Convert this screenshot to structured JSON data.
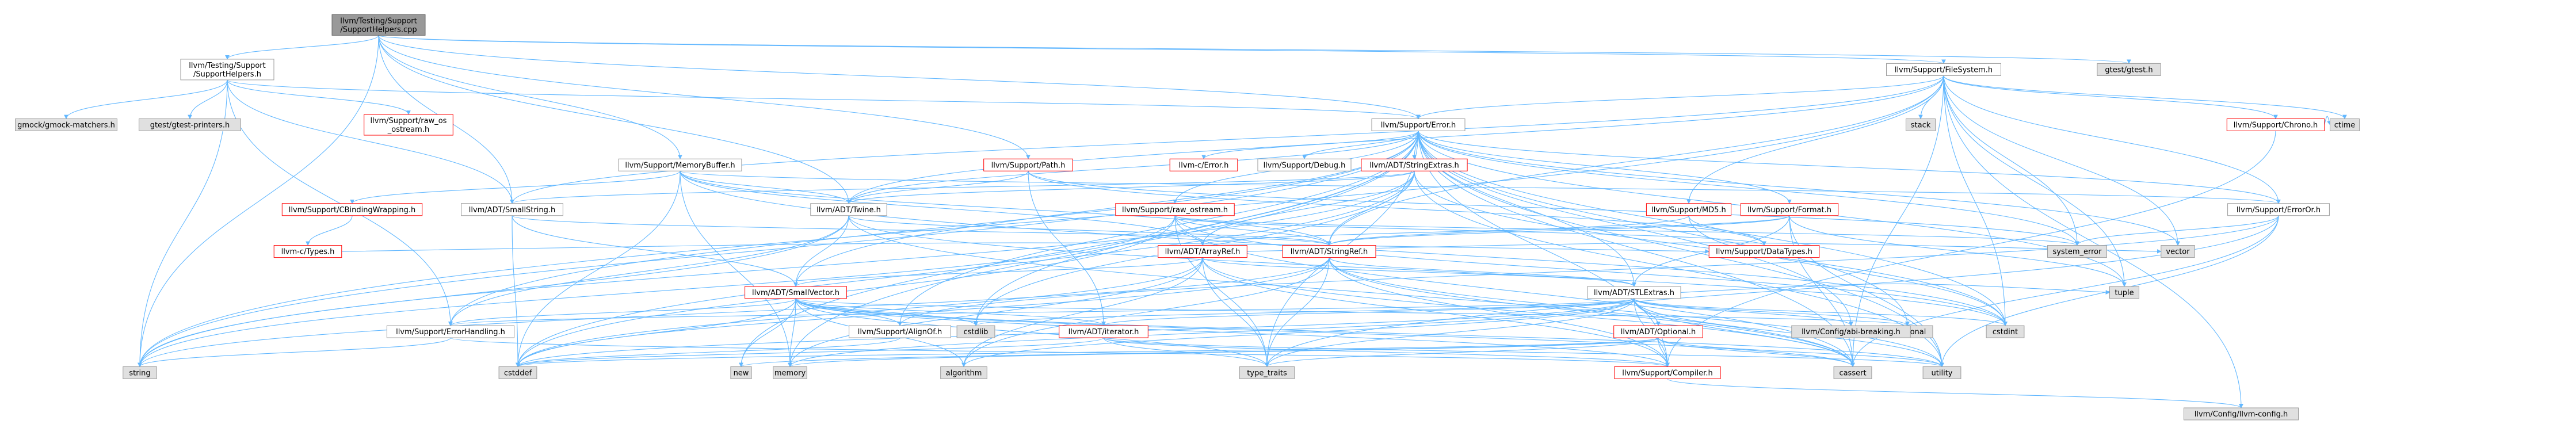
{
  "colors": {
    "edge": "#63b8ff",
    "node_border": "#999999",
    "red_border": "#ff0000",
    "external_fill": "#e0e0e0",
    "root_fill": "#999999"
  },
  "nodes": [
    {
      "id": "root",
      "lines": [
        "llvm/Testing/Support",
        "/SupportHelpers.cpp"
      ],
      "kind": "root"
    },
    {
      "id": "tsh",
      "lines": [
        "llvm/Testing/Support",
        "/SupportHelpers.h"
      ],
      "kind": "plain"
    },
    {
      "id": "fs",
      "lines": [
        "llvm/Support/FileSystem.h"
      ],
      "kind": "plain"
    },
    {
      "id": "gtest",
      "lines": [
        "gtest/gtest.h"
      ],
      "kind": "gray"
    },
    {
      "id": "gmock",
      "lines": [
        "gmock/gmock-matchers.h"
      ],
      "kind": "gray"
    },
    {
      "id": "gtestprinters",
      "lines": [
        "gtest/gtest-printers.h"
      ],
      "kind": "gray"
    },
    {
      "id": "rawos",
      "lines": [
        "llvm/Support/raw_os",
        "_ostream.h"
      ],
      "kind": "red"
    },
    {
      "id": "stack",
      "lines": [
        "stack"
      ],
      "kind": "gray"
    },
    {
      "id": "error",
      "lines": [
        "llvm/Support/Error.h"
      ],
      "kind": "plain"
    },
    {
      "id": "chrono",
      "lines": [
        "llvm/Support/Chrono.h"
      ],
      "kind": "red"
    },
    {
      "id": "ctime",
      "lines": [
        "ctime"
      ],
      "kind": "gray"
    },
    {
      "id": "membuf",
      "lines": [
        "llvm/Support/MemoryBuffer.h"
      ],
      "kind": "plain"
    },
    {
      "id": "path",
      "lines": [
        "llvm/Support/Path.h"
      ],
      "kind": "red"
    },
    {
      "id": "cerror",
      "lines": [
        "llvm-c/Error.h"
      ],
      "kind": "red"
    },
    {
      "id": "debug",
      "lines": [
        "llvm/Support/Debug.h"
      ],
      "kind": "plain"
    },
    {
      "id": "strext",
      "lines": [
        "llvm/ADT/StringExtras.h"
      ],
      "kind": "red"
    },
    {
      "id": "cbind",
      "lines": [
        "llvm/Support/CBindingWrapping.h"
      ],
      "kind": "red"
    },
    {
      "id": "smallstr",
      "lines": [
        "llvm/ADT/SmallString.h"
      ],
      "kind": "plain"
    },
    {
      "id": "twine",
      "lines": [
        "llvm/ADT/Twine.h"
      ],
      "kind": "plain"
    },
    {
      "id": "rawostream",
      "lines": [
        "llvm/Support/raw_ostream.h"
      ],
      "kind": "red"
    },
    {
      "id": "md5",
      "lines": [
        "llvm/Support/MD5.h"
      ],
      "kind": "red"
    },
    {
      "id": "format",
      "lines": [
        "llvm/Support/Format.h"
      ],
      "kind": "red"
    },
    {
      "id": "erroror",
      "lines": [
        "llvm/Support/ErrorOr.h"
      ],
      "kind": "plain"
    },
    {
      "id": "ctypes",
      "lines": [
        "llvm-c/Types.h"
      ],
      "kind": "red"
    },
    {
      "id": "arrayref",
      "lines": [
        "llvm/ADT/ArrayRef.h"
      ],
      "kind": "red"
    },
    {
      "id": "stringref",
      "lines": [
        "llvm/ADT/StringRef.h"
      ],
      "kind": "red"
    },
    {
      "id": "datatypes",
      "lines": [
        "llvm/Support/DataTypes.h"
      ],
      "kind": "red"
    },
    {
      "id": "syserr",
      "lines": [
        "system_error"
      ],
      "kind": "gray"
    },
    {
      "id": "vector",
      "lines": [
        "vector"
      ],
      "kind": "gray"
    },
    {
      "id": "smallvec",
      "lines": [
        "llvm/ADT/SmallVector.h"
      ],
      "kind": "red"
    },
    {
      "id": "stlext",
      "lines": [
        "llvm/ADT/STLExtras.h"
      ],
      "kind": "plain"
    },
    {
      "id": "tuple",
      "lines": [
        "tuple"
      ],
      "kind": "gray"
    },
    {
      "id": "errhand",
      "lines": [
        "llvm/Support/ErrorHandling.h"
      ],
      "kind": "plain"
    },
    {
      "id": "alignof",
      "lines": [
        "llvm/Support/AlignOf.h"
      ],
      "kind": "plain"
    },
    {
      "id": "iterator",
      "lines": [
        "llvm/ADT/iterator.h"
      ],
      "kind": "red"
    },
    {
      "id": "cstdlib",
      "lines": [
        "cstdlib"
      ],
      "kind": "gray"
    },
    {
      "id": "optional",
      "lines": [
        "llvm/ADT/Optional.h"
      ],
      "kind": "red"
    },
    {
      "id": "functional",
      "lines": [
        "functional"
      ],
      "kind": "gray"
    },
    {
      "id": "abibreak",
      "lines": [
        "llvm/Config/abi-breaking.h"
      ],
      "kind": "gray"
    },
    {
      "id": "cstdint",
      "lines": [
        "cstdint"
      ],
      "kind": "gray"
    },
    {
      "id": "string",
      "lines": [
        "string"
      ],
      "kind": "gray"
    },
    {
      "id": "cstddef",
      "lines": [
        "cstddef"
      ],
      "kind": "gray"
    },
    {
      "id": "new",
      "lines": [
        "new"
      ],
      "kind": "gray"
    },
    {
      "id": "memory",
      "lines": [
        "memory"
      ],
      "kind": "gray"
    },
    {
      "id": "algorithm",
      "lines": [
        "algorithm"
      ],
      "kind": "gray"
    },
    {
      "id": "typetraits",
      "lines": [
        "type_traits"
      ],
      "kind": "gray"
    },
    {
      "id": "compiler",
      "lines": [
        "llvm/Support/Compiler.h"
      ],
      "kind": "red"
    },
    {
      "id": "cassert",
      "lines": [
        "cassert"
      ],
      "kind": "gray"
    },
    {
      "id": "utility",
      "lines": [
        "utility"
      ],
      "kind": "gray"
    },
    {
      "id": "llvmconfig",
      "lines": [
        "llvm/Config/llvm-config.h"
      ],
      "kind": "gray"
    }
  ],
  "edges": [
    [
      "root",
      "tsh"
    ],
    [
      "root",
      "fs"
    ],
    [
      "root",
      "gtest"
    ],
    [
      "root",
      "error"
    ],
    [
      "root",
      "path"
    ],
    [
      "root",
      "membuf"
    ],
    [
      "root",
      "smallstr"
    ],
    [
      "root",
      "twine"
    ],
    [
      "root",
      "string"
    ],
    [
      "tsh",
      "gmock"
    ],
    [
      "tsh",
      "gtestprinters"
    ],
    [
      "tsh",
      "rawos"
    ],
    [
      "tsh",
      "error"
    ],
    [
      "tsh",
      "smallstr"
    ],
    [
      "tsh",
      "errhand"
    ],
    [
      "tsh",
      "string"
    ],
    [
      "fs",
      "stack"
    ],
    [
      "fs",
      "error"
    ],
    [
      "fs",
      "chrono"
    ],
    [
      "fs",
      "ctime"
    ],
    [
      "fs",
      "md5"
    ],
    [
      "fs",
      "erroror"
    ],
    [
      "fs",
      "twine"
    ],
    [
      "fs",
      "smallstr"
    ],
    [
      "fs",
      "stringref"
    ],
    [
      "fs",
      "syserr"
    ],
    [
      "fs",
      "vector"
    ],
    [
      "fs",
      "tuple"
    ],
    [
      "fs",
      "cstdint"
    ],
    [
      "fs",
      "string"
    ],
    [
      "fs",
      "cassert"
    ],
    [
      "fs",
      "llvmconfig"
    ],
    [
      "chrono",
      "ctime"
    ],
    [
      "chrono",
      "compiler"
    ],
    [
      "error",
      "cerror"
    ],
    [
      "error",
      "debug"
    ],
    [
      "error",
      "strext"
    ],
    [
      "error",
      "twine"
    ],
    [
      "error",
      "rawostream"
    ],
    [
      "error",
      "format"
    ],
    [
      "error",
      "erroror"
    ],
    [
      "error",
      "smallvec"
    ],
    [
      "error",
      "stlext"
    ],
    [
      "error",
      "errhand"
    ],
    [
      "error",
      "alignof"
    ],
    [
      "error",
      "abibreak"
    ],
    [
      "error",
      "compiler"
    ],
    [
      "error",
      "cassert"
    ],
    [
      "error",
      "cstdint"
    ],
    [
      "error",
      "cstdlib"
    ],
    [
      "error",
      "functional"
    ],
    [
      "error",
      "memory"
    ],
    [
      "error",
      "new"
    ],
    [
      "error",
      "string"
    ],
    [
      "error",
      "syserr"
    ],
    [
      "error",
      "typetraits"
    ],
    [
      "error",
      "utility"
    ],
    [
      "error",
      "vector"
    ],
    [
      "error",
      "tuple"
    ],
    [
      "membuf",
      "cbind"
    ],
    [
      "membuf",
      "twine"
    ],
    [
      "membuf",
      "arrayref"
    ],
    [
      "membuf",
      "stringref"
    ],
    [
      "membuf",
      "erroror"
    ],
    [
      "membuf",
      "cstddef"
    ],
    [
      "membuf",
      "memory"
    ],
    [
      "membuf",
      "cstdint"
    ],
    [
      "path",
      "twine"
    ],
    [
      "path",
      "iterator"
    ],
    [
      "path",
      "datatypes"
    ],
    [
      "path",
      "syserr"
    ],
    [
      "strext",
      "arrayref"
    ],
    [
      "strext",
      "smallstr"
    ],
    [
      "strext",
      "stringref"
    ],
    [
      "strext",
      "twine"
    ],
    [
      "strext",
      "cstddef"
    ],
    [
      "strext",
      "cstdint"
    ],
    [
      "strext",
      "cstdlib"
    ],
    [
      "strext",
      "string"
    ],
    [
      "strext",
      "utility"
    ],
    [
      "cbind",
      "ctypes"
    ],
    [
      "smallstr",
      "smallvec"
    ],
    [
      "smallstr",
      "stringref"
    ],
    [
      "smallstr",
      "cstddef"
    ],
    [
      "twine",
      "smallvec"
    ],
    [
      "twine",
      "stringref"
    ],
    [
      "twine",
      "errhand"
    ],
    [
      "twine",
      "cassert"
    ],
    [
      "twine",
      "cstdint"
    ],
    [
      "twine",
      "string"
    ],
    [
      "rawostream",
      "stringref"
    ],
    [
      "rawostream",
      "datatypes"
    ],
    [
      "rawostream",
      "cassert"
    ],
    [
      "rawostream",
      "cstddef"
    ],
    [
      "rawostream",
      "cstdint"
    ],
    [
      "rawostream",
      "string"
    ],
    [
      "rawostream",
      "typetraits"
    ],
    [
      "rawostream",
      "syserr"
    ],
    [
      "md5",
      "stringref"
    ],
    [
      "md5",
      "datatypes"
    ],
    [
      "md5",
      "cstdint"
    ],
    [
      "format",
      "arrayref"
    ],
    [
      "format",
      "stringref"
    ],
    [
      "format",
      "stlext"
    ],
    [
      "format",
      "cassert"
    ],
    [
      "format",
      "cstdio"
    ],
    [
      "format",
      "tuple"
    ],
    [
      "format",
      "utility"
    ],
    [
      "erroror",
      "alignof"
    ],
    [
      "erroror",
      "cassert"
    ],
    [
      "erroror",
      "syserr"
    ],
    [
      "erroror",
      "typetraits"
    ],
    [
      "erroror",
      "utility"
    ],
    [
      "ctypes",
      "datatypes"
    ],
    [
      "arrayref",
      "smallvec"
    ],
    [
      "arrayref",
      "stlext"
    ],
    [
      "arrayref",
      "compiler"
    ],
    [
      "arrayref",
      "algorithm"
    ],
    [
      "arrayref",
      "cassert"
    ],
    [
      "arrayref",
      "cstddef"
    ],
    [
      "arrayref",
      "memory"
    ],
    [
      "arrayref",
      "typetraits"
    ],
    [
      "arrayref",
      "vector"
    ],
    [
      "stringref",
      "stlext"
    ],
    [
      "stringref",
      "compiler"
    ],
    [
      "stringref",
      "algorithm"
    ],
    [
      "stringref",
      "cassert"
    ],
    [
      "stringref",
      "cstddef"
    ],
    [
      "stringref",
      "cstring"
    ],
    [
      "stringref",
      "limits"
    ],
    [
      "stringref",
      "string"
    ],
    [
      "stringref",
      "typetraits"
    ],
    [
      "stringref",
      "utility"
    ],
    [
      "smallvec",
      "compiler"
    ],
    [
      "smallvec",
      "algorithm"
    ],
    [
      "smallvec",
      "cassert"
    ],
    [
      "smallvec",
      "cstddef"
    ],
    [
      "smallvec",
      "cstdlib"
    ],
    [
      "smallvec",
      "cstring"
    ],
    [
      "smallvec",
      "functional"
    ],
    [
      "smallvec",
      "iterator"
    ],
    [
      "smallvec",
      "limits"
    ],
    [
      "smallvec",
      "memory"
    ],
    [
      "smallvec",
      "new"
    ],
    [
      "smallvec",
      "typetraits"
    ],
    [
      "smallvec",
      "utility"
    ],
    [
      "smallvec",
      "errhand"
    ],
    [
      "smallvec",
      "alignof"
    ],
    [
      "stlext",
      "optional"
    ],
    [
      "stlext",
      "iterator"
    ],
    [
      "stlext",
      "abibreak"
    ],
    [
      "stlext",
      "errhand"
    ],
    [
      "stlext",
      "algorithm"
    ],
    [
      "stlext",
      "cassert"
    ],
    [
      "stlext",
      "cstddef"
    ],
    [
      "stlext",
      "cstdint"
    ],
    [
      "stlext",
      "cstdlib"
    ],
    [
      "stlext",
      "functional"
    ],
    [
      "stlext",
      "memory"
    ],
    [
      "stlext",
      "tuple"
    ],
    [
      "stlext",
      "typetraits"
    ],
    [
      "stlext",
      "utility"
    ],
    [
      "stlext",
      "compiler"
    ],
    [
      "errhand",
      "compiler"
    ],
    [
      "errhand",
      "string"
    ],
    [
      "alignof",
      "cstddef"
    ],
    [
      "iterator",
      "cstddef"
    ],
    [
      "iterator",
      "typetraits"
    ],
    [
      "iterator",
      "utility"
    ],
    [
      "iterator",
      "compiler"
    ],
    [
      "optional",
      "compiler"
    ],
    [
      "optional",
      "cassert"
    ],
    [
      "optional",
      "memory"
    ],
    [
      "optional",
      "new"
    ],
    [
      "optional",
      "utility"
    ],
    [
      "optional",
      "typetraits"
    ],
    [
      "optional",
      "cstddef"
    ],
    [
      "compiler",
      "llvmconfig"
    ]
  ]
}
